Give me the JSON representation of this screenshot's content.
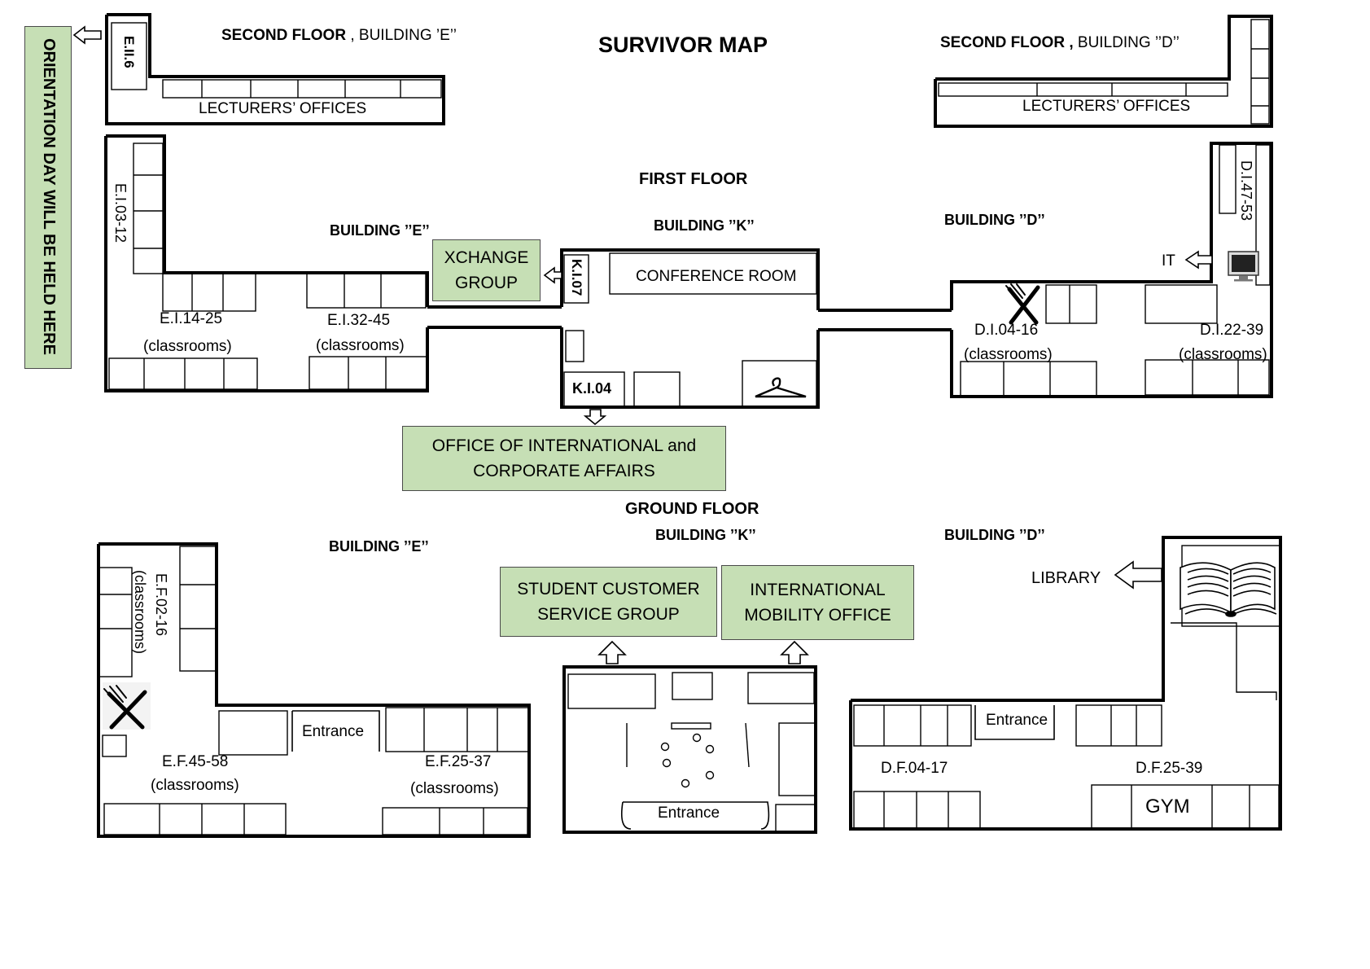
{
  "title": "SURVIVOR MAP",
  "side_banner": "ORIENTATION DAY WILL BE HELD HERE",
  "second_floor": {
    "building_e": {
      "prefix": "SECOND FLOOR",
      "suffix": " , BUILDING ’E’’",
      "room": "E.II.6",
      "offices": "LECTURERS’ OFFICES"
    },
    "building_d": {
      "prefix": "SECOND FLOOR ,",
      "suffix": " BUILDING ’’D’’",
      "offices": "LECTURERS’ OFFICES"
    }
  },
  "first_floor": {
    "heading": "FIRST FLOOR",
    "building_e": {
      "label": "BUILDING ’’E’’",
      "rooms_vertical": "E.I.03-12",
      "rooms_a": "E.I.14-25",
      "rooms_b": "E.I.32-45",
      "classrooms": "(classrooms)"
    },
    "building_k": {
      "label": "BUILDING ’’K’’",
      "conference": "CONFERENCE ROOM",
      "room_k107": "K.I.07",
      "room_k104": "K.I.04"
    },
    "building_d": {
      "label": "BUILDING ’’D’’",
      "rooms_vertical": "D.I.47-53",
      "rooms_a": "D.I.04-16",
      "rooms_b": "D.I.22-39",
      "classrooms": "(classrooms)",
      "it": "IT"
    },
    "xchange": [
      "XCHANGE",
      "GROUP"
    ],
    "international_office": [
      "OFFICE OF INTERNATIONAL and",
      "CORPORATE AFFAIRS"
    ]
  },
  "ground_floor": {
    "heading": "GROUND FLOOR",
    "building_e": {
      "label": "BUILDING ’’E’’",
      "rooms_vertical": "E.F.02-16",
      "classrooms_vertical": "(classrooms)",
      "rooms_a": "E.F.45-58",
      "rooms_b": "E.F.25-37",
      "classrooms": "(classrooms)",
      "entrance": "Entrance"
    },
    "building_k": {
      "label": "BUILDING ’’K’’",
      "entrance": "Entrance"
    },
    "building_d": {
      "label": "BUILDING ’’D’’",
      "rooms_a": "D.F.04-17",
      "rooms_b": "D.F.25-39",
      "gym": "GYM",
      "entrance": "Entrance",
      "library": "LIBRARY"
    },
    "student_service": [
      "STUDENT CUSTOMER",
      "SERVICE GROUP"
    ],
    "mobility_office": [
      "INTERNATIONAL",
      "MOBILITY OFFICE"
    ]
  },
  "icons": [
    "fork-knife-icon",
    "hanger-icon",
    "computer-icon",
    "book-icon",
    "arrow-icon"
  ],
  "colors": {
    "box_fill": "#c6dfb5",
    "line": "#000000"
  }
}
